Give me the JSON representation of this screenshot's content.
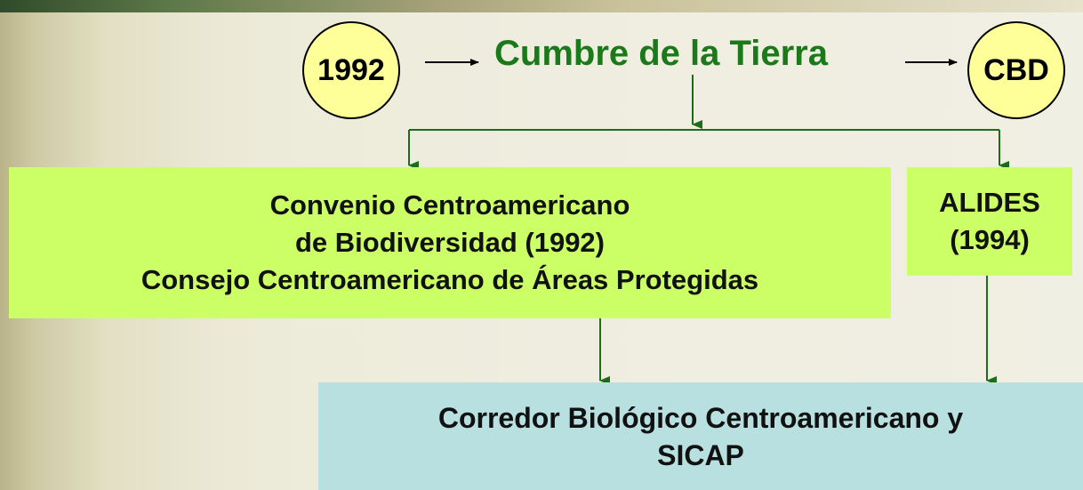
{
  "nodes": {
    "year_1992": "1992",
    "cumbre": "Cumbre de la Tierra",
    "cbd": "CBD",
    "convenio_line1": "Convenio Centroamericano",
    "convenio_line2": "de Biodiversidad (1992)",
    "convenio_line3": "Consejo Centroamericano de Áreas Protegidas",
    "alides_line1": "ALIDES",
    "alides_line2": "(1994)",
    "corredor_line1": "Corredor Biológico Centroamericano y",
    "corredor_line2": "SICAP"
  },
  "colors": {
    "title_green": "#1a7a1a",
    "circle_fill": "#ffff99",
    "box_lime": "#ccff66",
    "box_blue": "#b9e0e0",
    "connector_green": "#1a6e1a"
  }
}
